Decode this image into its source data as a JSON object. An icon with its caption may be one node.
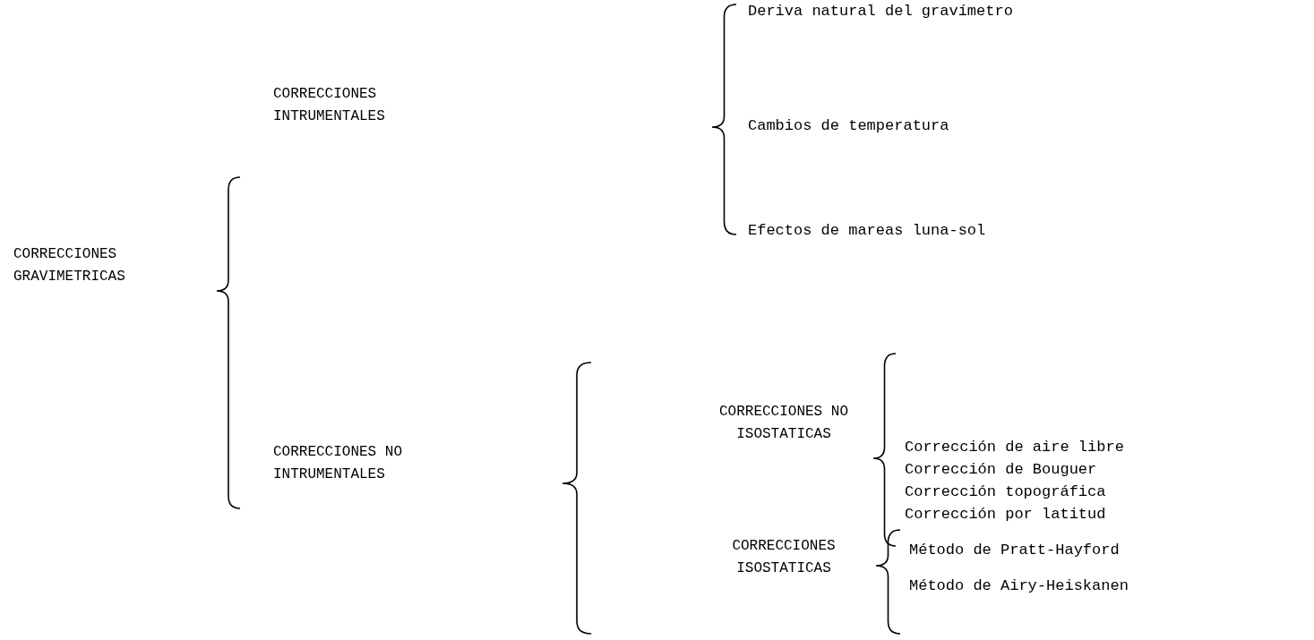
{
  "diagram": {
    "labels": [
      "CORRECCIONES GRAVIMETRICAS",
      "CORRECCIONES INTRUMENTALES",
      "Deriva natural del gravímetro",
      "Cambios de temperatura",
      "Efectos de mareas luna-sol",
      "CORRECCIONES NO INTRUMENTALES",
      "CORRECCIONES NO ISOSTATICAS",
      "Corrección de aire libre",
      "Corrección de Bouguer",
      "Corrección topográfica",
      "Corrección por latitud",
      "CORRECCIONES ISOSTATICAS",
      "Método de Pratt-Hayford",
      "Método de Airy-Heiskanen"
    ]
  }
}
